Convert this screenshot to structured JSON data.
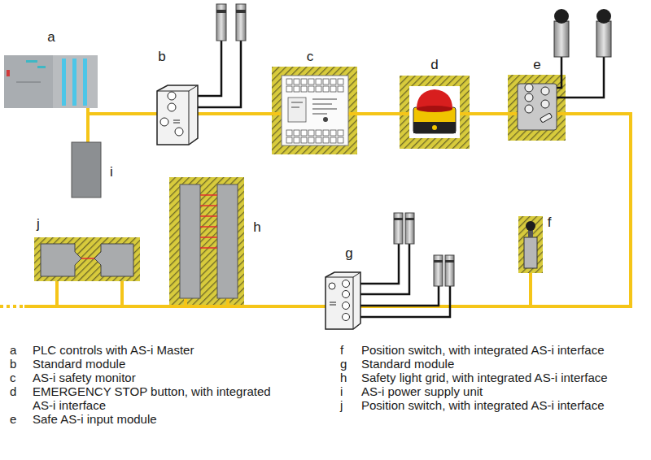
{
  "diagram": {
    "labels": [
      "a",
      "b",
      "c",
      "d",
      "e",
      "i",
      "h",
      "j",
      "g",
      "f",
      "a",
      "PLC controls with AS-i Master",
      "b",
      "Standard module",
      "c",
      "AS-i safety monitor",
      "d",
      "EMERGENCY STOP button, with integrated AS-i interface",
      "e",
      "Safe AS-i input module",
      "f",
      "Position switch, with integrated AS-i interface",
      "g",
      "Standard module",
      "h",
      "Safety light grid, with integrated AS-i interface",
      "i",
      "AS-i power supply unit",
      "j",
      "Position switch, with integrated AS-i interface"
    ]
  }
}
